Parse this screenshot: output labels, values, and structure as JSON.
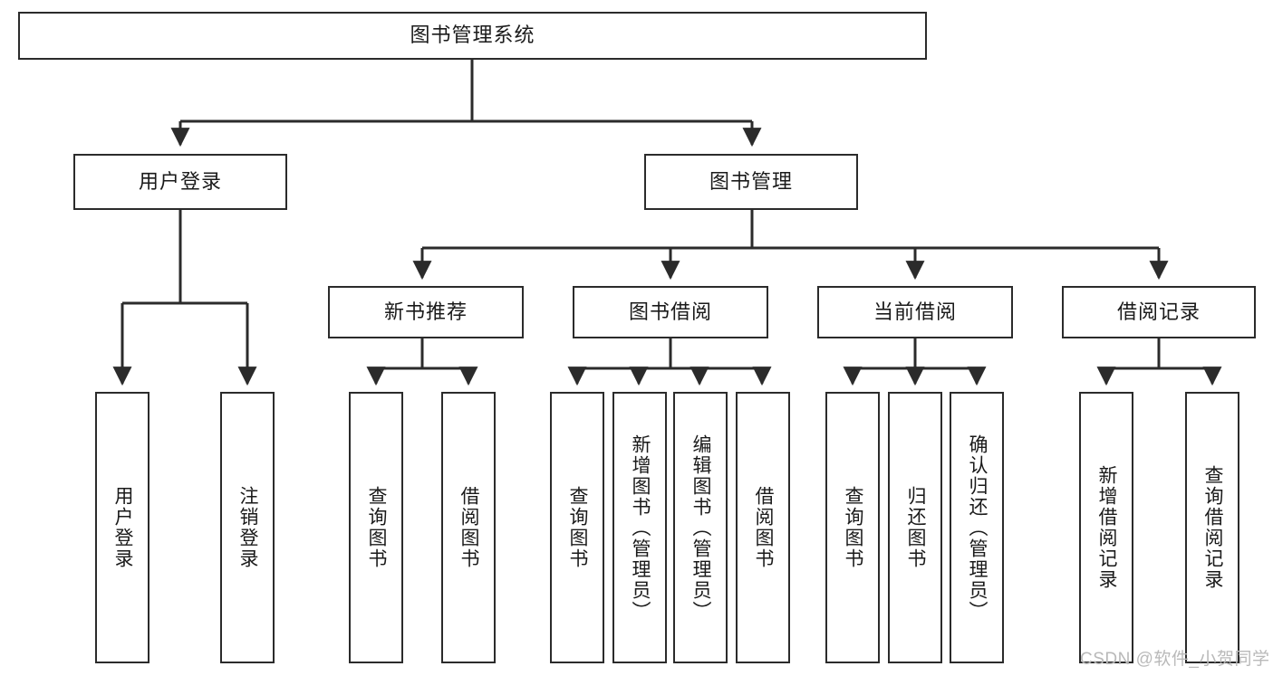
{
  "diagram": {
    "type": "tree-hierarchy",
    "title": "图书管理系统",
    "watermark": "CSDN @软件_小贺同学",
    "colors": {
      "box_border": "#2b2b2b",
      "box_fill": "#ffffff",
      "edge": "#2b2b2b",
      "text": "#1a1a1a",
      "watermark": "#b9b9b9",
      "background": "#ffffff"
    },
    "nodes": {
      "root": {
        "label": "图书管理系统",
        "level": 1,
        "orientation": "horizontal"
      },
      "user_login": {
        "label": "用户登录",
        "level": 2,
        "orientation": "horizontal"
      },
      "book_manage": {
        "label": "图书管理",
        "level": 2,
        "orientation": "horizontal"
      },
      "new_book_rec": {
        "label": "新书推荐",
        "level": 3,
        "orientation": "horizontal"
      },
      "book_borrow": {
        "label": "图书借阅",
        "level": 3,
        "orientation": "horizontal"
      },
      "current_borrow": {
        "label": "当前借阅",
        "level": 3,
        "orientation": "horizontal"
      },
      "borrow_record": {
        "label": "借阅记录",
        "level": 3,
        "orientation": "horizontal"
      },
      "leaf_user_login": {
        "label": "用户登录",
        "level": 4,
        "orientation": "vertical"
      },
      "leaf_logout": {
        "label": "注销登录",
        "level": 4,
        "orientation": "vertical"
      },
      "leaf_query_book_1": {
        "label": "查询图书",
        "level": 4,
        "orientation": "vertical"
      },
      "leaf_borrow_book_1": {
        "label": "借阅图书",
        "level": 4,
        "orientation": "vertical"
      },
      "leaf_query_book_2": {
        "label": "查询图书",
        "level": 4,
        "orientation": "vertical"
      },
      "leaf_add_book": {
        "label": "新增图书（管理员）",
        "level": 4,
        "orientation": "vertical"
      },
      "leaf_edit_book": {
        "label": "编辑图书（管理员）",
        "level": 4,
        "orientation": "vertical"
      },
      "leaf_borrow_book_2": {
        "label": "借阅图书",
        "level": 4,
        "orientation": "vertical"
      },
      "leaf_query_book_3": {
        "label": "查询图书",
        "level": 4,
        "orientation": "vertical"
      },
      "leaf_return_book": {
        "label": "归还图书",
        "level": 4,
        "orientation": "vertical"
      },
      "leaf_confirm_return": {
        "label": "确认归还（管理员）",
        "level": 4,
        "orientation": "vertical"
      },
      "leaf_add_record": {
        "label": "新增借阅记录",
        "level": 4,
        "orientation": "vertical"
      },
      "leaf_query_record": {
        "label": "查询借阅记录",
        "level": 4,
        "orientation": "vertical"
      }
    },
    "edges": [
      {
        "from": "root",
        "to": "user_login"
      },
      {
        "from": "root",
        "to": "book_manage"
      },
      {
        "from": "user_login",
        "to": "leaf_user_login"
      },
      {
        "from": "user_login",
        "to": "leaf_logout"
      },
      {
        "from": "book_manage",
        "to": "new_book_rec"
      },
      {
        "from": "book_manage",
        "to": "book_borrow"
      },
      {
        "from": "book_manage",
        "to": "current_borrow"
      },
      {
        "from": "book_manage",
        "to": "borrow_record"
      },
      {
        "from": "new_book_rec",
        "to": "leaf_query_book_1"
      },
      {
        "from": "new_book_rec",
        "to": "leaf_borrow_book_1"
      },
      {
        "from": "book_borrow",
        "to": "leaf_query_book_2"
      },
      {
        "from": "book_borrow",
        "to": "leaf_add_book"
      },
      {
        "from": "book_borrow",
        "to": "leaf_edit_book"
      },
      {
        "from": "book_borrow",
        "to": "leaf_borrow_book_2"
      },
      {
        "from": "current_borrow",
        "to": "leaf_query_book_3"
      },
      {
        "from": "current_borrow",
        "to": "leaf_return_book"
      },
      {
        "from": "current_borrow",
        "to": "leaf_confirm_return"
      },
      {
        "from": "borrow_record",
        "to": "leaf_add_record"
      },
      {
        "from": "borrow_record",
        "to": "leaf_query_record"
      }
    ]
  }
}
